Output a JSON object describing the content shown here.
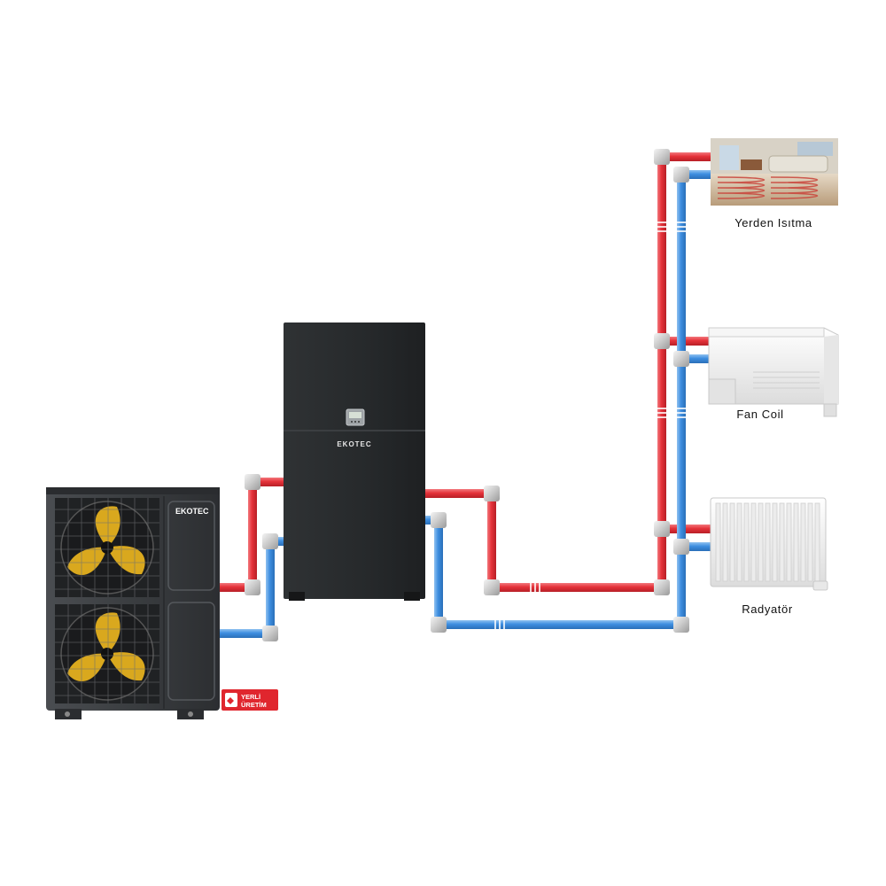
{
  "outdoor_unit": {
    "brand": "EKOTEC"
  },
  "indoor_unit": {
    "brand": "EKOTEC"
  },
  "badge": {
    "line1": "YERLİ",
    "line2": "ÜRETİM"
  },
  "terminals": [
    {
      "label": "Yerden Isıtma",
      "icon": "floor-heating-photo"
    },
    {
      "label": "Fan Coil",
      "icon": "fan-coil-unit"
    },
    {
      "label": "Radyatör",
      "icon": "panel-radiator"
    }
  ],
  "colors": {
    "supply_pipe": "#e5323a",
    "return_pipe": "#3d8ee0",
    "unit_body": "#3a3d40",
    "fan_blade": "#d9a81e",
    "badge_red": "#e0262e"
  }
}
